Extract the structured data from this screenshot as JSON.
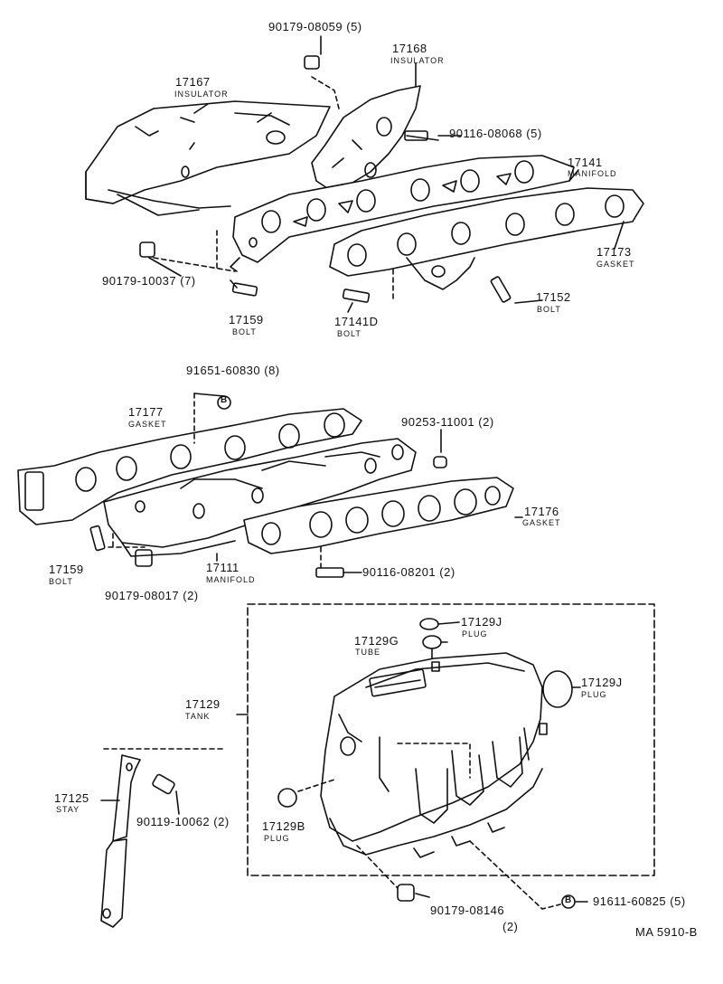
{
  "parts": {
    "p_90179_08059": "90179-08059 (5)",
    "p_17168": "17168",
    "p_17168_desc": "INSULATOR",
    "p_17167": "17167",
    "p_17167_desc": "INSULATOR",
    "p_90116_08068": "90116-08068 (5)",
    "p_17141": "17141",
    "p_17141_desc": "MANIFOLD",
    "p_17173": "17173",
    "p_17173_desc": "GASKET",
    "p_90179_10037": "90179-10037 (7)",
    "p_17159a": "17159",
    "p_17159a_desc": "BOLT",
    "p_17141d": "17141D",
    "p_17141d_desc": "BOLT",
    "p_17152": "17152",
    "p_17152_desc": "BOLT",
    "p_91651_60830": "91651-60830 (8)",
    "p_17177": "17177",
    "p_17177_desc": "GASKET",
    "p_90253_11001": "90253-11001 (2)",
    "p_17176": "17176",
    "p_17176_desc": "GASKET",
    "p_17159b": "17159",
    "p_17159b_desc": "BOLT",
    "p_17111": "17111",
    "p_17111_desc": "MANIFOLD",
    "p_90179_08017": "90179-08017 (2)",
    "p_90116_08201": "90116-08201 (2)",
    "p_17129j_a": "17129J",
    "p_17129j_a_desc": "PLUG",
    "p_17129g": "17129G",
    "p_17129g_desc": "TUBE",
    "p_17129": "17129",
    "p_17129_desc": "TANK",
    "p_17129j_b": "17129J",
    "p_17129j_b_desc": "PLUG",
    "p_17125": "17125",
    "p_17125_desc": "STAY",
    "p_90119_10062": "90119-10062 (2)",
    "p_17129b": "17129B",
    "p_17129b_desc": "PLUG",
    "p_90179_08146": "90179-08146",
    "p_90179_08146_qty": "(2)",
    "p_91611_60825": "91611-60825 (5)",
    "ref_b": "B",
    "drawing_id": "MA 5910-B"
  }
}
